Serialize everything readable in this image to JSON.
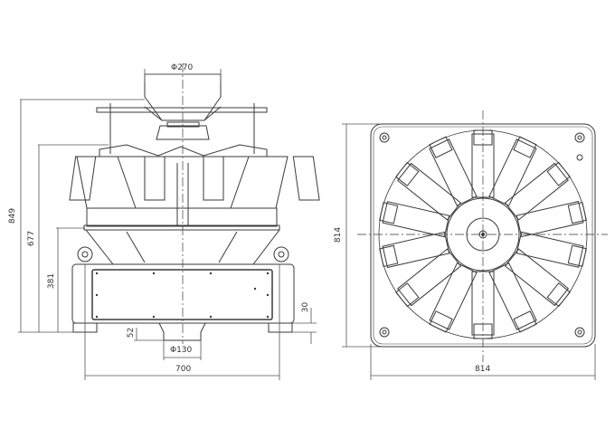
{
  "drawing": {
    "type": "technical-drawing",
    "subject": "multihead weigher",
    "views": [
      {
        "name": "front-view",
        "dimensions": {
          "top_hopper_diameter": "Φ270",
          "total_height": "849",
          "weigh_hopper_height": "677",
          "frame_height": "381",
          "foot_height": "30",
          "outlet_height": "52",
          "outlet_diameter": "Φ130",
          "frame_width": "700"
        }
      },
      {
        "name": "top-view",
        "dimensions": {
          "depth": "814",
          "width": "814"
        },
        "radial_feeders": 14
      }
    ]
  },
  "labels": {
    "d270": "Φ270",
    "h849": "849",
    "h677": "677",
    "h381": "381",
    "h30": "30",
    "h52": "52",
    "d130": "Φ130",
    "w700": "700",
    "top_h814": "814",
    "top_w814": "814"
  },
  "colors": {
    "line": "#3a3a3a",
    "dim": "#555555",
    "background": "#ffffff"
  }
}
